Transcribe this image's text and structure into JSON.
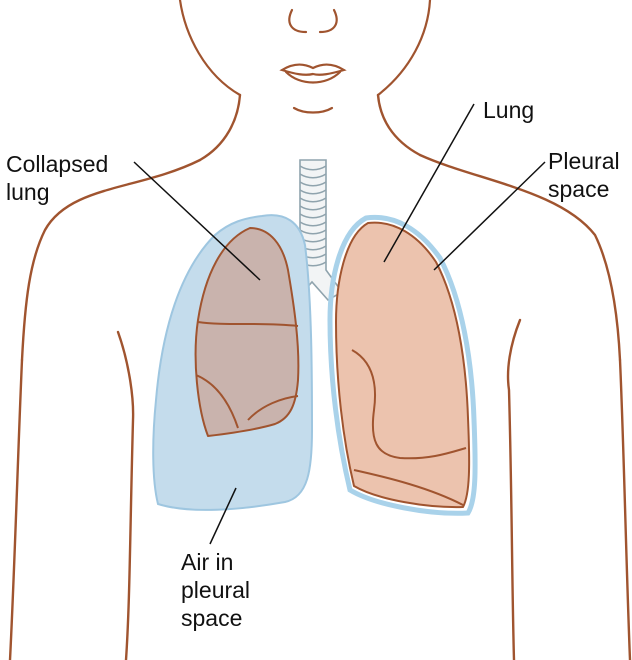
{
  "labels": {
    "collapsed_lung": "Collapsed\nlung",
    "lung": "Lung",
    "pleural_space": "Pleural\nspace",
    "air_in_pleural_space": "Air in\npleural\nspace"
  },
  "colors": {
    "outline": "#a0542f",
    "lung_fill": "#ecc3ae",
    "collapsed_fill": "#c9b3ad",
    "air_fill": "#c4dcec",
    "air_edge": "#9ec6e0",
    "pleura_edge": "#a9d2ea",
    "trachea": "#8fa3ad",
    "leader": "#111111"
  }
}
